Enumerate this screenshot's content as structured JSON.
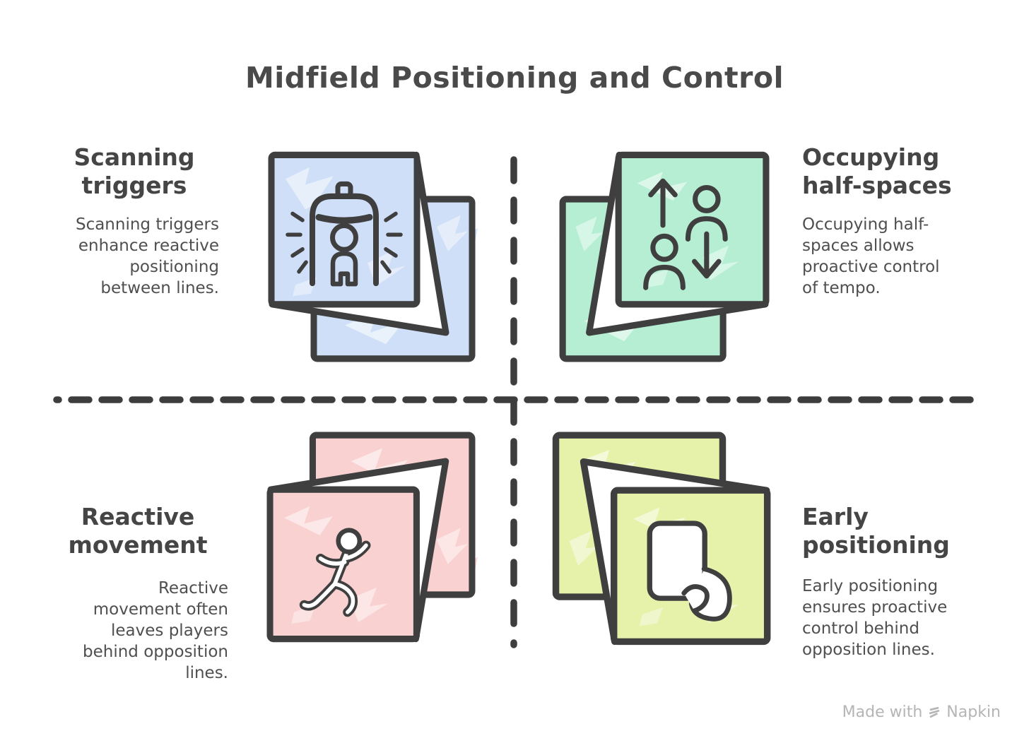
{
  "title": "Midfield Positioning and Control",
  "colors": {
    "ink": "#3f3f3f",
    "heading_text": "#454545",
    "body_text": "#4f4f4f",
    "blue": "#cfdff7",
    "green": "#b5eed3",
    "pink": "#f9d1d1",
    "lime": "#e6f1aa",
    "watermark_gray": "#b5b5b5"
  },
  "quadrants": [
    {
      "id": "scanning-triggers",
      "heading": "Scanning\ntriggers",
      "body": "Scanning triggers\nenhance reactive\npositioning\nbetween lines.",
      "icon": "body-scanner-icon",
      "note_color": "#cfdff7"
    },
    {
      "id": "occupying-half-spaces",
      "heading": "Occupying\nhalf-spaces",
      "body": "Occupying half-\nspaces allows\nproactive control\nof tempo.",
      "icon": "players-swap-arrows-icon",
      "note_color": "#b5eed3"
    },
    {
      "id": "reactive-movement",
      "heading": "Reactive\nmovement",
      "body": "Reactive\nmovement often\nleaves players\nbehind opposition\nlines.",
      "icon": "running-person-icon",
      "note_color": "#f9d1d1"
    },
    {
      "id": "early-positioning",
      "heading": "Early\npositioning",
      "body": "Early positioning\nensures proactive\ncontrol behind\nopposition lines.",
      "icon": "card-in-hand-icon",
      "note_color": "#e6f1aa"
    }
  ],
  "watermark": {
    "prefix": "Made with",
    "brand": "Napkin",
    "logo": "napkin-logo-icon"
  }
}
